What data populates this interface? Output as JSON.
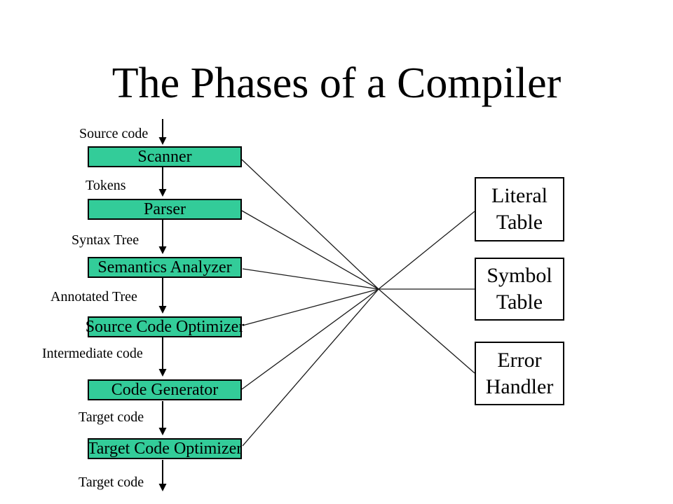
{
  "title": "The Phases of a Compiler",
  "colors": {
    "box_fill": "#33CC99",
    "box_border": "#000000",
    "aux_fill": "#FFFFFF",
    "aux_border": "#000000",
    "line": "#1A1A1A",
    "text": "#000000",
    "background": "#FFFFFF"
  },
  "phases": [
    {
      "label": "Scanner"
    },
    {
      "label": "Parser"
    },
    {
      "label": "Semantics Analyzer"
    },
    {
      "label": "Source Code Optimizer"
    },
    {
      "label": "Code Generator"
    },
    {
      "label": "Target Code Optimizer"
    }
  ],
  "flow_labels": [
    "Source code",
    "Tokens",
    "Syntax Tree",
    "Annotated Tree",
    "Intermediate code",
    "Target code",
    "Target code"
  ],
  "aux_boxes": [
    {
      "label": "Literal\nTable"
    },
    {
      "label": "Symbol\nTable"
    },
    {
      "label": "Error\nHandler"
    }
  ]
}
